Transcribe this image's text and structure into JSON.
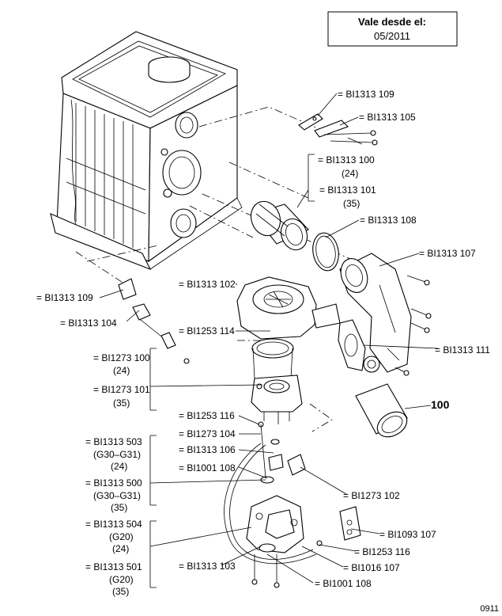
{
  "validity": {
    "line1": "Vale desde el:",
    "line2": "05/2011"
  },
  "code": "0911",
  "callout_100": "100",
  "labels": {
    "bi1313_109_top": "= BI1313 109",
    "bi1313_105": "= BI1313 105",
    "bi1313_100": "= BI1313 100",
    "bi1313_100_sub": "(24)",
    "bi1313_101": "= BI1313 101",
    "bi1313_101_sub": "(35)",
    "bi1313_108": "= BI1313 108",
    "bi1313_107": "= BI1313 107",
    "bi1313_109_left": "= BI1313 109",
    "bi1313_102": "= BI1313 102",
    "bi1313_104": "= BI1313 104",
    "bi1253_114": "= BI1253 114",
    "bi1313_111": "= BI1313 111",
    "bi1273_100": "= BI1273 100",
    "bi1273_100_sub": "(24)",
    "bi1273_101": "= BI1273 101",
    "bi1273_101_sub": "(35)",
    "bi1253_116_a": "= BI1253 116",
    "bi1273_104": "= BI1273 104",
    "bi1313_503": "= BI1313 503",
    "bi1313_503_sub1": "(G30–G31)",
    "bi1313_503_sub2": "(24)",
    "bi1313_106": "= BI1313 106",
    "bi1001_108_a": "= BI1001 108",
    "bi1313_500": "= BI1313 500",
    "bi1313_500_sub1": "(G30–G31)",
    "bi1313_500_sub2": "(35)",
    "bi1273_102": "= BI1273 102",
    "bi1313_504": "= BI1313 504",
    "bi1313_504_sub1": "(G20)",
    "bi1313_504_sub2": "(24)",
    "bi1093_107": "= BI1093 107",
    "bi1253_116_b": "= BI1253 116",
    "bi1313_501": "= BI1313 501",
    "bi1313_501_sub1": "(G20)",
    "bi1313_501_sub2": "(35)",
    "bi1313_103": "= BI1313 103",
    "bi1016_107": "= BI1016 107",
    "bi1001_108_b": "= BI1001 108"
  }
}
